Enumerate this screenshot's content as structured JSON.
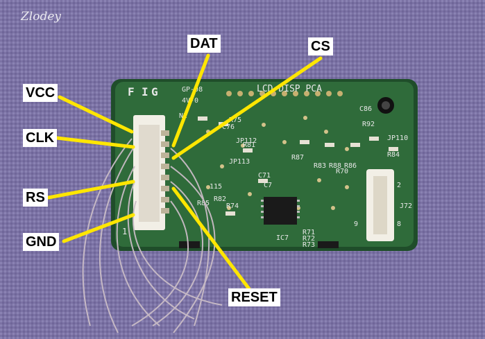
{
  "watermark": "Zlodey",
  "board": {
    "silkscreen": [
      "F",
      "I",
      "G",
      "GP-08",
      "LCD DISP PCA",
      "4V-0",
      "JP110",
      "R92",
      "C86",
      "R84",
      "R83",
      "R88",
      "R86",
      "R70",
      "C71",
      "R71",
      "R72",
      "R73",
      "IC7",
      "R74",
      "R82",
      "R81",
      "R87",
      "R85",
      "115",
      "JP113",
      "JP112",
      "J72",
      "C76",
      "R75",
      "NI",
      "C7",
      "2",
      "8",
      "9",
      "1"
    ]
  },
  "labels": {
    "vcc": "VCC",
    "clk": "CLK",
    "rs": "RS",
    "gnd": "GND",
    "dat": "DAT",
    "cs": "CS",
    "reset": "RESET"
  },
  "colors": {
    "fabric": "#7d74a6",
    "pcb": "#2f6b3a",
    "arrow": "#ffe600",
    "connector": "#f2efe6",
    "wire": "#c9bcc6"
  }
}
